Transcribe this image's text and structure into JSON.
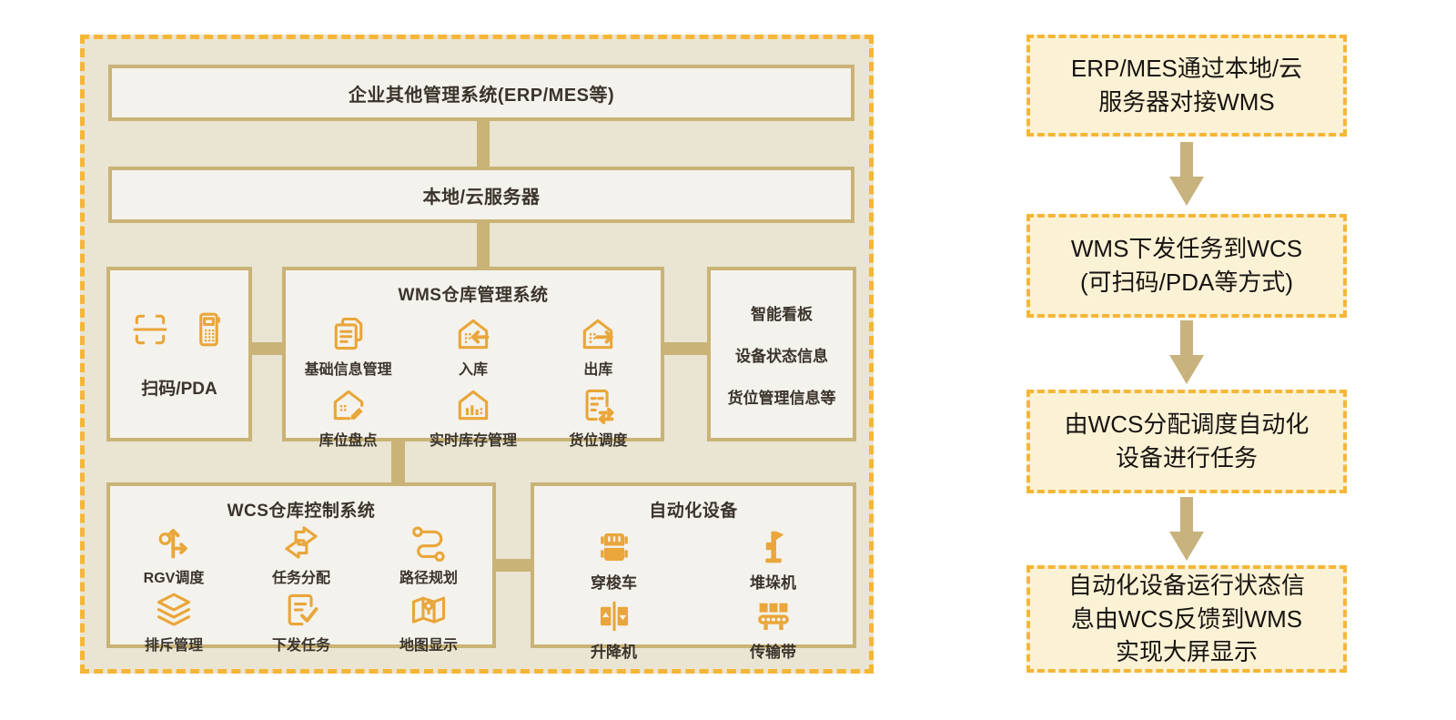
{
  "diagram": {
    "enterprise_bar": "企业其他管理系统(ERP/MES等)",
    "server_bar": "本地/云服务器",
    "scan_box": {
      "label": "扫码/PDA",
      "icons": [
        "scan-icon",
        "pda-icon"
      ]
    },
    "wms": {
      "title": "WMS仓库管理系统",
      "items": [
        {
          "label": "基础信息管理",
          "icon": "documents-icon"
        },
        {
          "label": "入库",
          "icon": "inbound-icon"
        },
        {
          "label": "出库",
          "icon": "outbound-icon"
        },
        {
          "label": "库位盘点",
          "icon": "stocktake-icon"
        },
        {
          "label": "实时库存管理",
          "icon": "realtime-inventory-icon"
        },
        {
          "label": "货位调度",
          "icon": "slot-dispatch-icon"
        }
      ]
    },
    "kanban": {
      "lines": [
        "智能看板",
        "设备状态信息",
        "货位管理信息等"
      ]
    },
    "wcs": {
      "title": "WCS仓库控制系统",
      "items": [
        {
          "label": "RGV调度",
          "icon": "rgv-dispatch-icon"
        },
        {
          "label": "任务分配",
          "icon": "task-assign-icon"
        },
        {
          "label": "路径规划",
          "icon": "route-plan-icon"
        },
        {
          "label": "排斥管理",
          "icon": "layers-icon"
        },
        {
          "label": "下发任务",
          "icon": "task-dispatch-icon"
        },
        {
          "label": "地图显示",
          "icon": "map-display-icon"
        }
      ]
    },
    "devices": {
      "title": "自动化设备",
      "items": [
        {
          "label": "穿梭车",
          "icon": "shuttle-car-icon"
        },
        {
          "label": "堆垛机",
          "icon": "stacker-crane-icon"
        },
        {
          "label": "升降机",
          "icon": "lift-icon"
        },
        {
          "label": "传输带",
          "icon": "conveyor-icon"
        }
      ]
    }
  },
  "flow": {
    "steps": [
      {
        "text": "ERP/MES通过本地/云\n服务器对接WMS"
      },
      {
        "text": "WMS下发任务到WCS\n(可扫码/PDA等方式)"
      },
      {
        "text": "由WCS分配调度自动化\n设备进行任务"
      },
      {
        "text": "自动化设备运行状态信\n息由WCS反馈到WMS\n实现大屏显示"
      }
    ]
  },
  "colors": {
    "accent_amber": "#F5B637",
    "border_khaki": "#C9B376",
    "icon_amber": "#E9A63A",
    "arrow_tan": "#C8B27D",
    "panel_bg": "#EAE4D2",
    "box_bg": "#F4F2ED",
    "flow_box_bg": "#FBF2D6",
    "text_dark": "#3A342C"
  }
}
